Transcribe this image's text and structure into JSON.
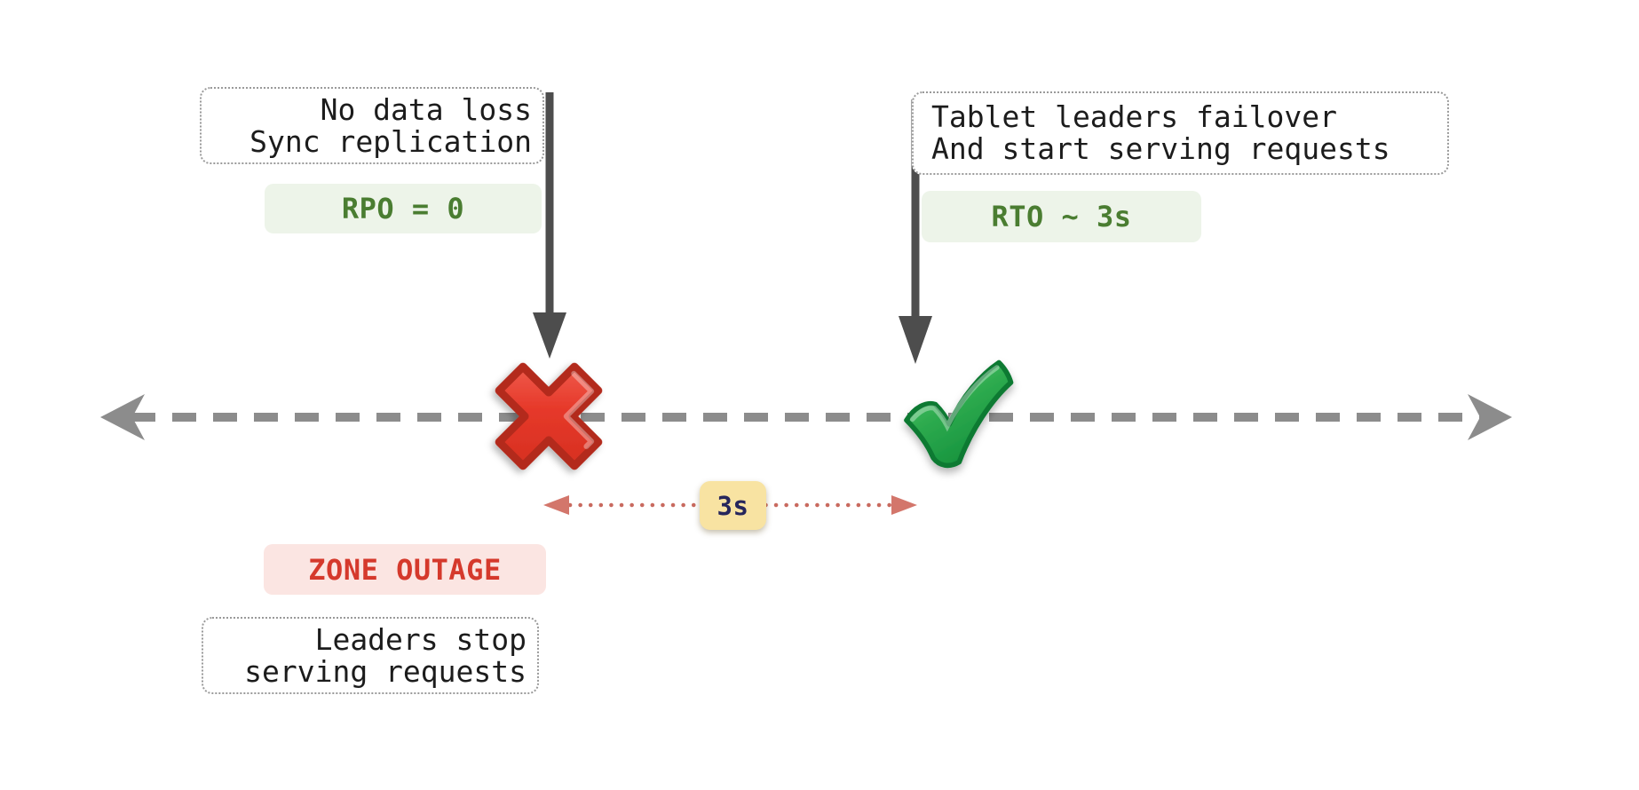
{
  "diagram": {
    "title": "zone-outage-failover-timeline",
    "background": "#ffffff",
    "timeline": {
      "style": "dashed horizontal line with chevron arrowheads both ends",
      "color": "#8c8c8c"
    },
    "colors": {
      "label_text": "#1c1c1c",
      "dotted_border": "#9a9a9a",
      "green_text": "#4a7d31",
      "green_bg": "#edf4e9",
      "red_text": "#d5392c",
      "red_bg": "#fbe5e2",
      "yellow_bg": "#f8e3a2",
      "navy_text": "#26265c",
      "dark_arrow": "#4d4d4d",
      "span_arrow": "#c96a5f",
      "cross_red": "#d93b2b",
      "check_green": "#2eab4f"
    }
  },
  "labels": {
    "sync": {
      "line1": "No data loss",
      "line2": "Sync replication"
    },
    "failover": {
      "line1": "Tablet leaders failover",
      "line2": "And start serving requests"
    },
    "leaders": {
      "line1": "Leaders stop",
      "line2": "serving requests"
    }
  },
  "badges": {
    "rpo": "RPO = 0",
    "rto": "RTO ~ 3s",
    "outage": "ZONE OUTAGE",
    "duration": "3s"
  },
  "icons": {
    "outage_marker": "red-cross-mark",
    "recovery_marker": "green-check-mark",
    "event_pointers": "dark-down-arrows",
    "duration_span": "dotted-double-arrow"
  }
}
